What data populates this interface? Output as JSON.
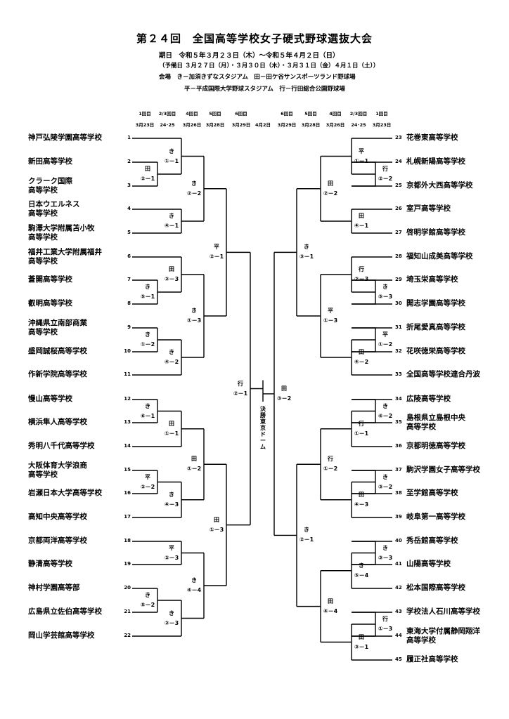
{
  "header": {
    "title": "第２４回　全国高等学校女子硬式野球選抜大会",
    "period": "期日　令和５年３月２３日（木）～令和５年４月２日（日）",
    "reserve": "（予備日 ３月２７日（月）・３月３０日（木）・３月３１日（金）４月１日（土））",
    "venue_line1": "会場　き－加須きずなスタジアム　田－田ケ谷サンスポーツランド野球場",
    "venue_line2": "平－平成国際大学野球スタジアム　行－行田総合公園野球場"
  },
  "dates": {
    "left": [
      {
        "round": "1回目",
        "date": "3月23日"
      },
      {
        "round": "2/3回目",
        "date": "24･25"
      },
      {
        "round": "4回目",
        "date": "3月26日"
      },
      {
        "round": "5回目",
        "date": "3月28日"
      },
      {
        "round": "6回目",
        "date": "3月29日"
      }
    ],
    "center": {
      "round": "",
      "date": "4月2日"
    },
    "right": [
      {
        "round": "6回目",
        "date": "3月29日"
      },
      {
        "round": "5回目",
        "date": "3月28日"
      },
      {
        "round": "4回目",
        "date": "3月26日"
      },
      {
        "round": "2/3回目",
        "date": "24･25"
      },
      {
        "round": "1回目",
        "date": "3月23日"
      }
    ]
  },
  "final": {
    "label": "決勝　東京ドーム"
  },
  "teams": [
    {
      "seed": "1",
      "name": [
        "神戸弘陵学園高等学校"
      ]
    },
    {
      "seed": "2",
      "name": [
        "新田高等学校"
      ]
    },
    {
      "seed": "3",
      "name": [
        "クラーク国際",
        "高等学校"
      ]
    },
    {
      "seed": "4",
      "name": [
        "日本ウエルネス",
        "高等学校"
      ]
    },
    {
      "seed": "5",
      "name": [
        "駒澤大学附属苫小牧",
        "高等学校"
      ]
    },
    {
      "seed": "6",
      "name": [
        "福井工業大学附属福井",
        "高等学校"
      ]
    },
    {
      "seed": "7",
      "name": [
        "蒼開高等学校"
      ]
    },
    {
      "seed": "8",
      "name": [
        "叡明高等学校"
      ]
    },
    {
      "seed": "9",
      "name": [
        "沖縄県立南部商業",
        "高等学校"
      ]
    },
    {
      "seed": "10",
      "name": [
        "盛岡誠桜高等学校"
      ]
    },
    {
      "seed": "11",
      "name": [
        "作新学院高等学校"
      ]
    },
    {
      "seed": "12",
      "name": [
        "慢山高等学校"
      ]
    },
    {
      "seed": "13",
      "name": [
        "横浜隼人高等学校"
      ]
    },
    {
      "seed": "14",
      "name": [
        "秀明八千代高等学校"
      ]
    },
    {
      "seed": "15",
      "name": [
        "大阪体育大学浪商",
        "高等学校"
      ]
    },
    {
      "seed": "16",
      "name": [
        "岩瀬日本大学高等学校"
      ]
    },
    {
      "seed": "17",
      "name": [
        "高知中央高等学校"
      ]
    },
    {
      "seed": "18",
      "name": [
        "京都両洋高等学校"
      ]
    },
    {
      "seed": "19",
      "name": [
        "静清高等学校"
      ]
    },
    {
      "seed": "20",
      "name": [
        "神村学園高等部"
      ]
    },
    {
      "seed": "21",
      "name": [
        "広島県立佐伯高等学校"
      ]
    },
    {
      "seed": "22",
      "name": [
        "岡山学芸館高等学校"
      ]
    },
    {
      "seed": "23",
      "name": [
        "花巻東高等学校"
      ]
    },
    {
      "seed": "24",
      "name": [
        "札幌新陽高等学校"
      ]
    },
    {
      "seed": "25",
      "name": [
        "京都外大西高等学校"
      ]
    },
    {
      "seed": "26",
      "name": [
        "室戸高等学校"
      ]
    },
    {
      "seed": "27",
      "name": [
        "啓明学館高等学校"
      ]
    },
    {
      "seed": "28",
      "name": [
        "福知山成美高等学校"
      ]
    },
    {
      "seed": "29",
      "name": [
        "埼玉栄高等学校"
      ]
    },
    {
      "seed": "30",
      "name": [
        "開志学園高等学校"
      ]
    },
    {
      "seed": "31",
      "name": [
        "折尾愛真高等学校"
      ]
    },
    {
      "seed": "32",
      "name": [
        "花咲徳栄高等学校"
      ]
    },
    {
      "seed": "33",
      "name": [
        "全国高等学校連合丹波"
      ]
    },
    {
      "seed": "34",
      "name": [
        "広陵高等学校"
      ]
    },
    {
      "seed": "35",
      "name": [
        "島根県立島根中央",
        "高等学校"
      ]
    },
    {
      "seed": "36",
      "name": [
        "京都明徳高等学校"
      ]
    },
    {
      "seed": "37",
      "name": [
        "駒沢学園女子高等学校"
      ]
    },
    {
      "seed": "38",
      "name": [
        "至学館高等学校"
      ]
    },
    {
      "seed": "39",
      "name": [
        "岐阜第一高等学校"
      ]
    },
    {
      "seed": "40",
      "name": [
        "秀岳館高等学校"
      ]
    },
    {
      "seed": "41",
      "name": [
        "山陽高等学校"
      ]
    },
    {
      "seed": "42",
      "name": [
        "松本国際高等学校"
      ]
    },
    {
      "seed": "43",
      "name": [
        "学校法人石川高等学校"
      ]
    },
    {
      "seed": "44",
      "name": [
        "東海大学付属静岡翔洋",
        "高等学校"
      ]
    },
    {
      "seed": "45",
      "name": [
        "履正社高等学校"
      ]
    }
  ],
  "matches": [
    {
      "venue": "田",
      "code": "②－1"
    },
    {
      "venue": "き",
      "code": "①－1"
    },
    {
      "venue": "き",
      "code": "④－1"
    },
    {
      "venue": "き",
      "code": "②－2"
    },
    {
      "venue": "き",
      "code": "⑤－1"
    },
    {
      "venue": "田",
      "code": "②－3"
    },
    {
      "venue": "き",
      "code": "①－2"
    },
    {
      "venue": "き",
      "code": "④－2"
    },
    {
      "venue": "き",
      "code": "①－3"
    },
    {
      "venue": "平",
      "code": "②－1"
    },
    {
      "venue": "き",
      "code": "⑥－1"
    },
    {
      "venue": "田",
      "code": "①－1"
    },
    {
      "venue": "平",
      "code": "②－2"
    },
    {
      "venue": "き",
      "code": "④－3"
    },
    {
      "venue": "田",
      "code": "①－2"
    },
    {
      "venue": "平",
      "code": "②－3"
    },
    {
      "venue": "き",
      "code": "⑤－2"
    },
    {
      "venue": "き",
      "code": "②－3"
    },
    {
      "venue": "き",
      "code": "④－4"
    },
    {
      "venue": "田",
      "code": "①－3"
    },
    {
      "venue": "行",
      "code": "②－1"
    },
    {
      "venue": "行",
      "code": "②－2"
    },
    {
      "venue": "平",
      "code": "①－1"
    },
    {
      "venue": "田",
      "code": "④－1"
    },
    {
      "venue": "田",
      "code": "②－2"
    },
    {
      "venue": "き",
      "code": "⑤－3"
    },
    {
      "venue": "行",
      "code": "②－3"
    },
    {
      "venue": "平",
      "code": "①－2"
    },
    {
      "venue": "田",
      "code": "④－2"
    },
    {
      "venue": "平",
      "code": "①－3"
    },
    {
      "venue": "き",
      "code": "③－1"
    },
    {
      "venue": "き",
      "code": "⑥－2"
    },
    {
      "venue": "行",
      "code": "①－1"
    },
    {
      "venue": "き",
      "code": "③－2"
    },
    {
      "venue": "田",
      "code": "④－3"
    },
    {
      "venue": "行",
      "code": "①－2"
    },
    {
      "venue": "き",
      "code": "③－3"
    },
    {
      "venue": "き",
      "code": "⑤－4"
    },
    {
      "venue": "行",
      "code": "①－3"
    },
    {
      "venue": "田",
      "code": "③－1"
    },
    {
      "venue": "田",
      "code": "④－4"
    },
    {
      "venue": "き",
      "code": "②－1"
    },
    {
      "venue": "田",
      "code": "③－2"
    }
  ]
}
